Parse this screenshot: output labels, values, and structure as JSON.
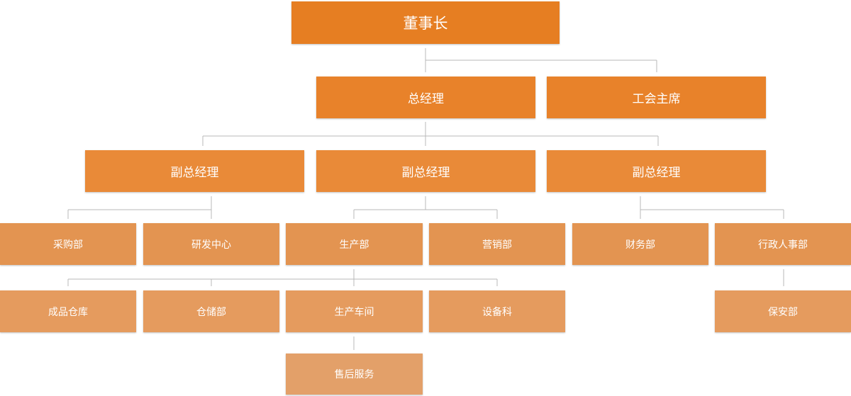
{
  "chairman": "董事长",
  "general_manager": "总经理",
  "union_chairman": "工会主席",
  "deputy_gm": [
    "副总经理",
    "副总经理",
    "副总经理"
  ],
  "departments": {
    "purchasing": "采购部",
    "rd_center": "研发中心",
    "production": "生产部",
    "marketing": "营销部",
    "finance": "财务部",
    "admin_hr": "行政人事部"
  },
  "production_units": {
    "finished_goods_warehouse": "成品仓库",
    "storage": "仓储部",
    "workshop": "生产车间",
    "equipment": "设备科"
  },
  "security": "保安部",
  "after_sales": "售后服务",
  "colors": {
    "level0": "#e67e22",
    "level1": "#e8822a",
    "level2": "#e98a38",
    "level3": "#e39451",
    "connector": "#b8b8b8"
  }
}
